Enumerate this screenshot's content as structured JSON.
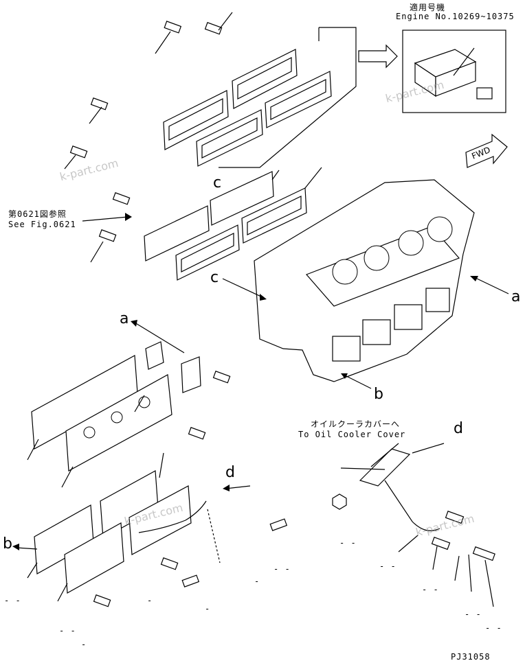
{
  "applicable": {
    "title_jp": "適用号機",
    "engine_range": "Engine No.10269~10375"
  },
  "refs": {
    "see_fig_jp": "第0621図参照",
    "see_fig_en": "See Fig.0621",
    "oil_cooler_jp": "オイルクーラカバーへ",
    "oil_cooler_en": "To Oil Cooler Cover"
  },
  "fwd_label": "FWD",
  "letters": {
    "a": "a",
    "b": "b",
    "c": "c",
    "d": "d"
  },
  "watermark": "k-part.com",
  "drawing_code": "PJ31058",
  "dash_short": "- -",
  "dash_single": "-"
}
